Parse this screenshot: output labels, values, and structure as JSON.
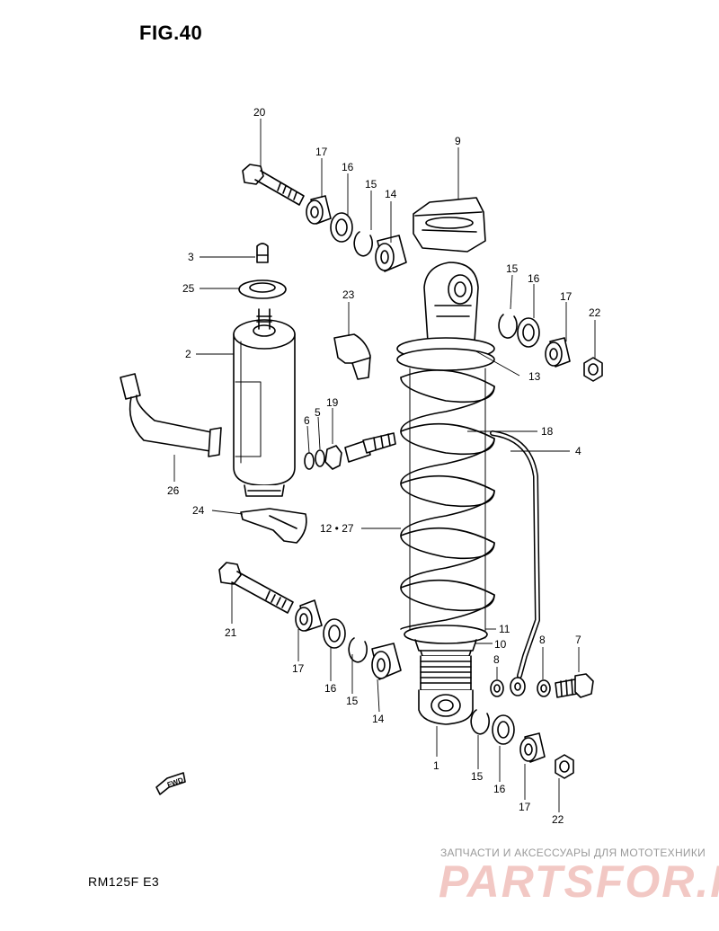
{
  "title": "FIG.40",
  "model": "RM125F  E3",
  "watermark": {
    "tagline": "ЗАПЧАСТИ И АКСЕССУАРЫ ДЛЯ МОТОТЕХНИКИ",
    "logo": "PARTSFOR.RU"
  },
  "direction_marker": "FWD",
  "callouts": [
    {
      "id": "20",
      "text": "20"
    },
    {
      "id": "17a",
      "text": "17"
    },
    {
      "id": "16a",
      "text": "16"
    },
    {
      "id": "15a",
      "text": "15"
    },
    {
      "id": "14a",
      "text": "14"
    },
    {
      "id": "9",
      "text": "9"
    },
    {
      "id": "3",
      "text": "3"
    },
    {
      "id": "25",
      "text": "25"
    },
    {
      "id": "2",
      "text": "2"
    },
    {
      "id": "23",
      "text": "23"
    },
    {
      "id": "15b",
      "text": "15"
    },
    {
      "id": "16b",
      "text": "16"
    },
    {
      "id": "17b",
      "text": "17"
    },
    {
      "id": "22a",
      "text": "22"
    },
    {
      "id": "13",
      "text": "13"
    },
    {
      "id": "6",
      "text": "6"
    },
    {
      "id": "5",
      "text": "5"
    },
    {
      "id": "19",
      "text": "19"
    },
    {
      "id": "18",
      "text": "18"
    },
    {
      "id": "4",
      "text": "4"
    },
    {
      "id": "26",
      "text": "26"
    },
    {
      "id": "24",
      "text": "24"
    },
    {
      "id": "12_27",
      "text": "12 • 27"
    },
    {
      "id": "21",
      "text": "21"
    },
    {
      "id": "17c",
      "text": "17"
    },
    {
      "id": "16c",
      "text": "16"
    },
    {
      "id": "15c",
      "text": "15"
    },
    {
      "id": "14b",
      "text": "14"
    },
    {
      "id": "11",
      "text": "11"
    },
    {
      "id": "10",
      "text": "10"
    },
    {
      "id": "8a",
      "text": "8"
    },
    {
      "id": "8b",
      "text": "8"
    },
    {
      "id": "7",
      "text": "7"
    },
    {
      "id": "1",
      "text": "1"
    },
    {
      "id": "15d",
      "text": "15"
    },
    {
      "id": "16d",
      "text": "16"
    },
    {
      "id": "17d",
      "text": "17"
    },
    {
      "id": "22b",
      "text": "22"
    }
  ]
}
